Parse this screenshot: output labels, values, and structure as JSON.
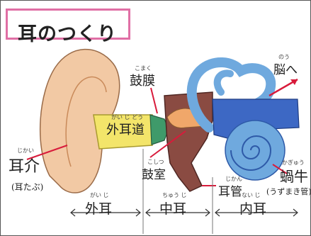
{
  "title": "耳のつくり",
  "labels": {
    "outer_ear": "外耳",
    "outer_ear_ruby": "がい じ",
    "middle_ear": "中耳",
    "middle_ear_ruby": "ちゅう じ",
    "inner_ear": "内耳",
    "inner_ear_ruby": "ない じ",
    "auricle": "耳介",
    "auricle_ruby": "じかい",
    "auricle_note": "(耳たぶ)",
    "ear_canal": "外耳道",
    "ear_canal_ruby": "がい じ どう",
    "eardrum": "鼓膜",
    "eardrum_ruby": "こまく",
    "tympanic_cavity": "鼓室",
    "tympanic_cavity_ruby": "こしつ",
    "eustachian_tube": "耳管",
    "eustachian_tube_ruby": "じかん",
    "cochlea": "蝸牛",
    "cochlea_ruby": "かぎゅう",
    "cochlea_note": "(うずまき管)",
    "to_brain": "脳へ",
    "to_brain_ruby": "のう"
  },
  "colors": {
    "title_border": "#e06fa5",
    "auricle": "#f2c9a4",
    "ear_canal": "#f3e56a",
    "middle_ear": "#8a4b42",
    "inner_ear": "#6fa9de",
    "cochlea_dark": "#3d68c4",
    "eardrum": "#3f9a6a",
    "pointer": "#d81b3b"
  }
}
